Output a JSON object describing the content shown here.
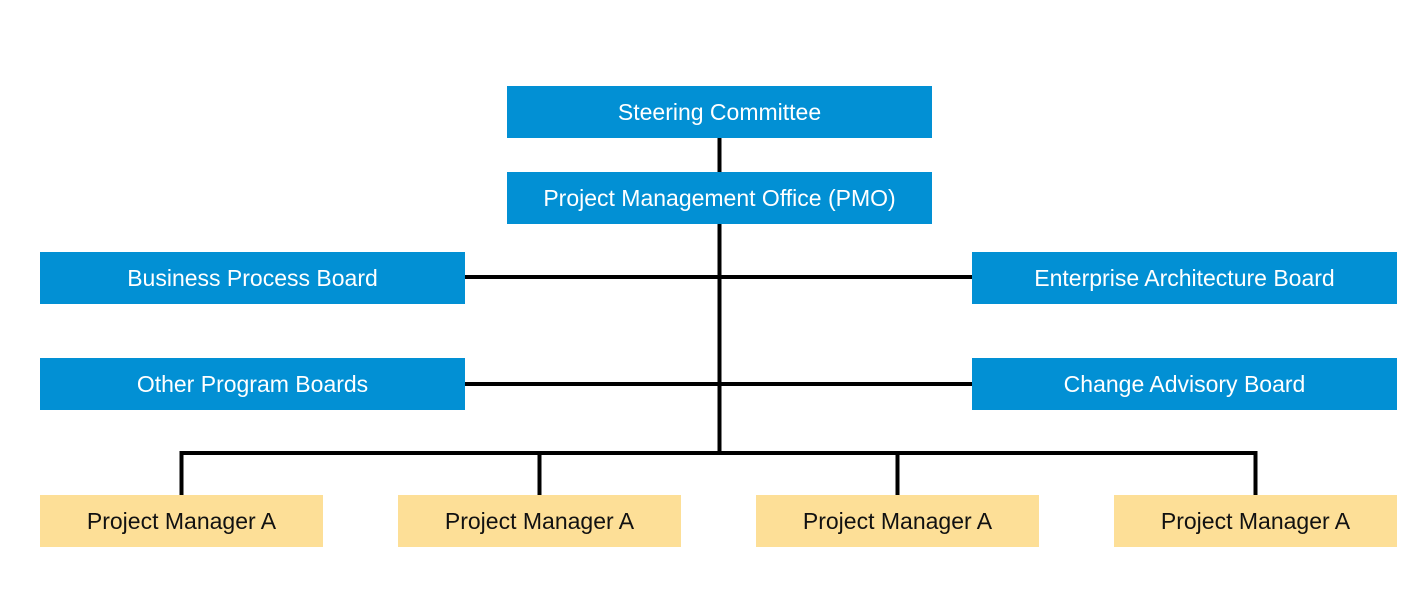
{
  "colors": {
    "board_fill": "#0290d4",
    "manager_fill": "#fddf97",
    "board_text": "#ffffff",
    "manager_text": "#111111",
    "connector": "#000000"
  },
  "nodes": {
    "steering": "Steering Committee",
    "pmo": "Project Management Office (PMO)",
    "business_process_board": "Business Process Board",
    "enterprise_architecture_board": "Enterprise Architecture Board",
    "other_program_boards": "Other Program Boards",
    "change_advisory_board": "Change Advisory Board",
    "project_managers": [
      "Project Manager A",
      "Project Manager A",
      "Project Manager A",
      "Project Manager A"
    ]
  }
}
